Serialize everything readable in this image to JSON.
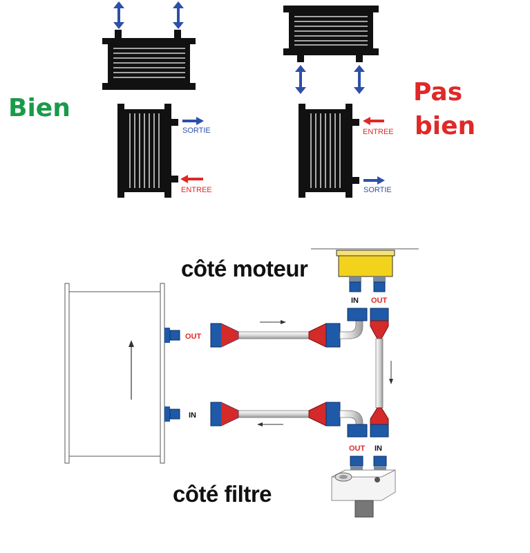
{
  "top": {
    "good_label": "Bien",
    "bad_label_line1": "Pas",
    "bad_label_line2": "bien",
    "good_sortie": "SORTIE",
    "good_entree": "ENTREE",
    "bad_entree": "ENTREE",
    "bad_sortie": "SORTIE"
  },
  "bottom": {
    "engine_side": "côté moteur",
    "filter_side": "côté filtre",
    "cooler_out": "OUT",
    "cooler_in": "IN",
    "engine_in": "IN",
    "engine_out": "OUT",
    "filter_out": "OUT",
    "filter_in": "IN"
  },
  "colors": {
    "good": "#1a9a4a",
    "bad": "#e02828",
    "blue_arrow": "#2c4fa8",
    "red_arrow": "#e02828",
    "fitting_blue": "#1e5aa8",
    "fitting_red": "#d42a2a",
    "engine_block": "#f2d21c"
  }
}
